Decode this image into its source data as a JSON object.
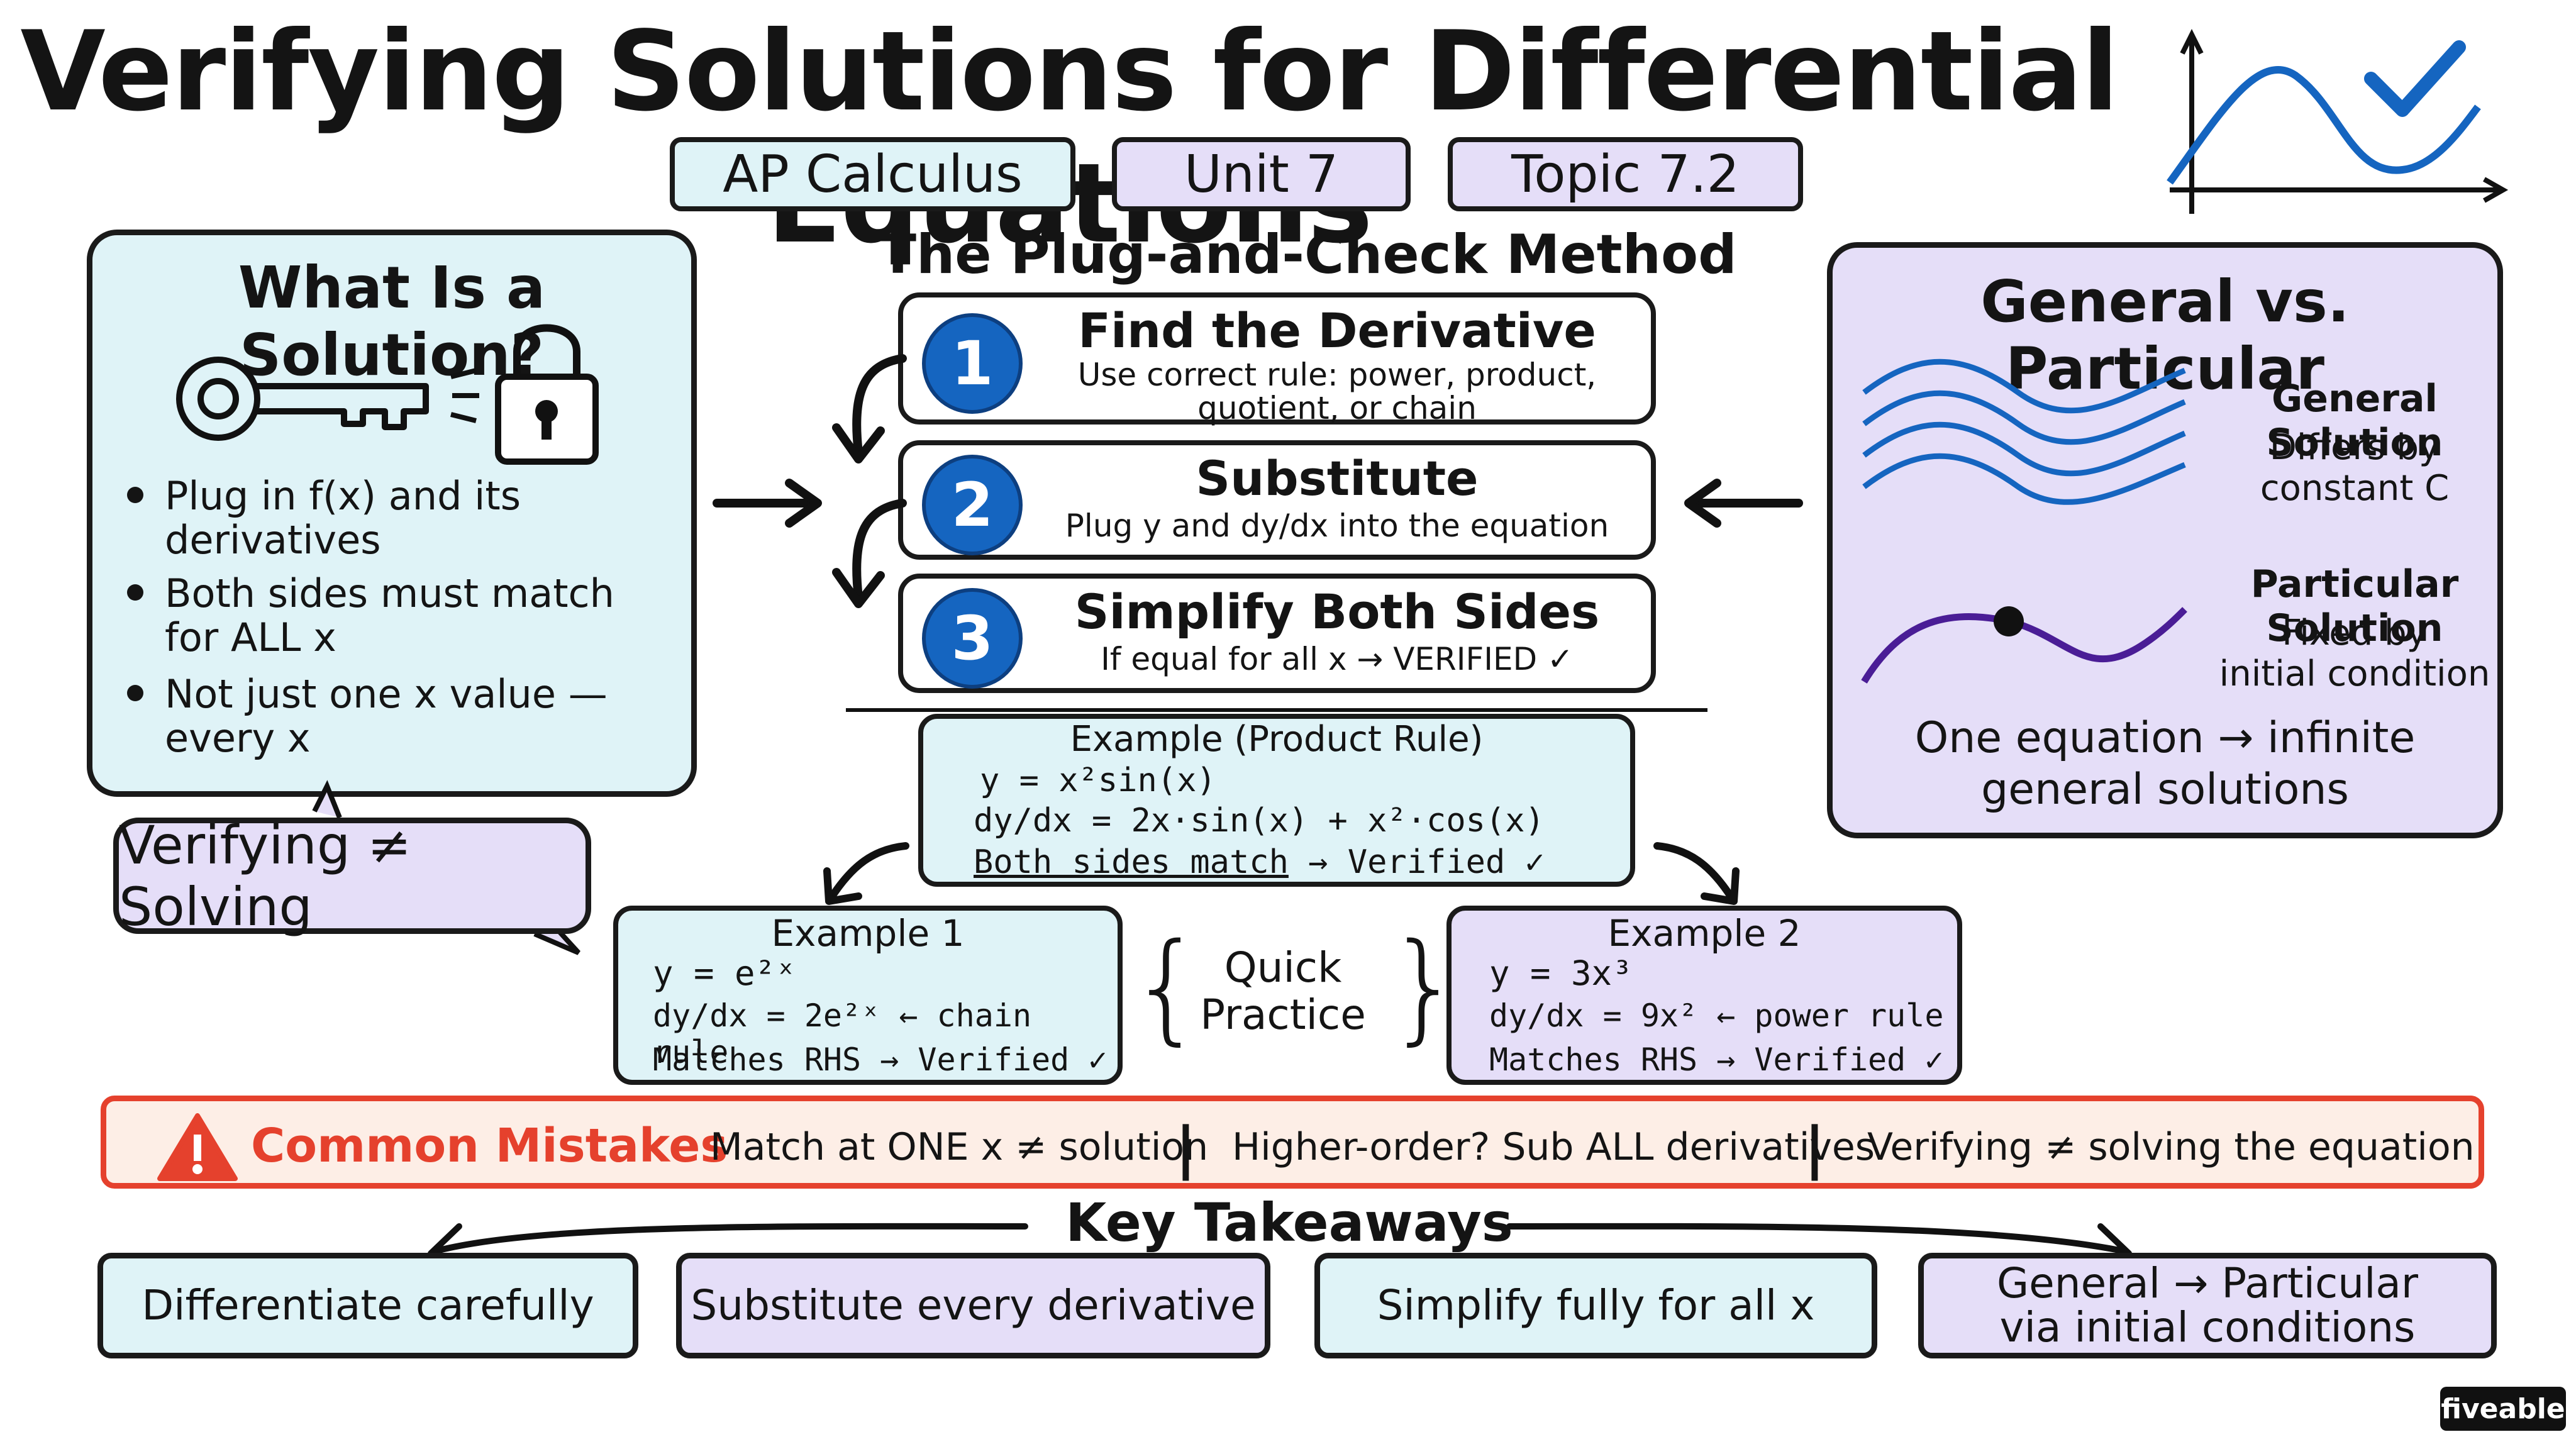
{
  "title": "Verifying Solutions for Differential Equations",
  "tags": [
    "AP Calculus",
    "Unit 7",
    "Topic 7.2"
  ],
  "left_panel": {
    "heading": "What Is a Solution?",
    "bullets": [
      [
        "Plug in f(x) and its",
        "derivatives"
      ],
      [
        "Both sides must match",
        "for ALL x"
      ],
      [
        "Not just one x value —",
        "every x"
      ]
    ],
    "callout": "Verifying ≠ Solving"
  },
  "method": {
    "heading": "The Plug-and-Check Method",
    "steps": [
      {
        "num": "1",
        "title": "Find the Derivative",
        "desc": [
          "Use correct rule: power, product,",
          "quotient, or chain"
        ]
      },
      {
        "num": "2",
        "title": "Substitute",
        "desc": [
          "Plug y and dy/dx into the equation"
        ]
      },
      {
        "num": "3",
        "title": "Simplify Both Sides",
        "desc": [
          "If equal for all x → VERIFIED ✓"
        ]
      }
    ]
  },
  "product_example": {
    "title": "Example (Product Rule)",
    "lines": [
      "y = x²sin(x)",
      "dy/dx = 2x·sin(x) + x²·cos(x)"
    ],
    "result_underlined": "Both sides match",
    "result_rest": " → Verified ✓"
  },
  "example1": {
    "title": "Example 1",
    "lines": [
      "y = e²ˣ",
      "dy/dx = 2e²ˣ  ← chain rule",
      "Matches RHS → Verified ✓"
    ]
  },
  "quick_practice": {
    "line1": "Quick",
    "line2": "Practice",
    "brace_left": "{",
    "brace_right": "}"
  },
  "example2": {
    "title": "Example 2",
    "lines": [
      "y = 3x³",
      "dy/dx = 9x²  ← power rule",
      "Matches RHS → Verified ✓"
    ]
  },
  "right_panel": {
    "heading": "General vs. Particular",
    "general_title": "General Solution",
    "general_desc": [
      "Differs by",
      "constant C"
    ],
    "particular_title": "Particular Solution",
    "particular_desc": [
      "Fixed by",
      "initial condition"
    ],
    "summary": [
      "One equation → infinite",
      "general solutions"
    ]
  },
  "mistakes": {
    "label": "Common Mistakes",
    "items": [
      "Match at ONE x ≠ solution",
      "Higher-order? Sub ALL derivatives",
      "Verifying ≠ solving the equation"
    ],
    "separator": "|"
  },
  "takeaways": {
    "heading": "Key Takeaways",
    "items": [
      "Differentiate carefully",
      "Substitute every derivative",
      "Simplify fully for all x",
      [
        "General → Particular",
        "via initial conditions"
      ]
    ]
  },
  "brand": "fiveable",
  "colors": {
    "cyan": "#dff3f7",
    "lavender": "#e5def8",
    "blue": "#1565c0",
    "red": "#e5412d",
    "purple": "#4a1d96"
  }
}
